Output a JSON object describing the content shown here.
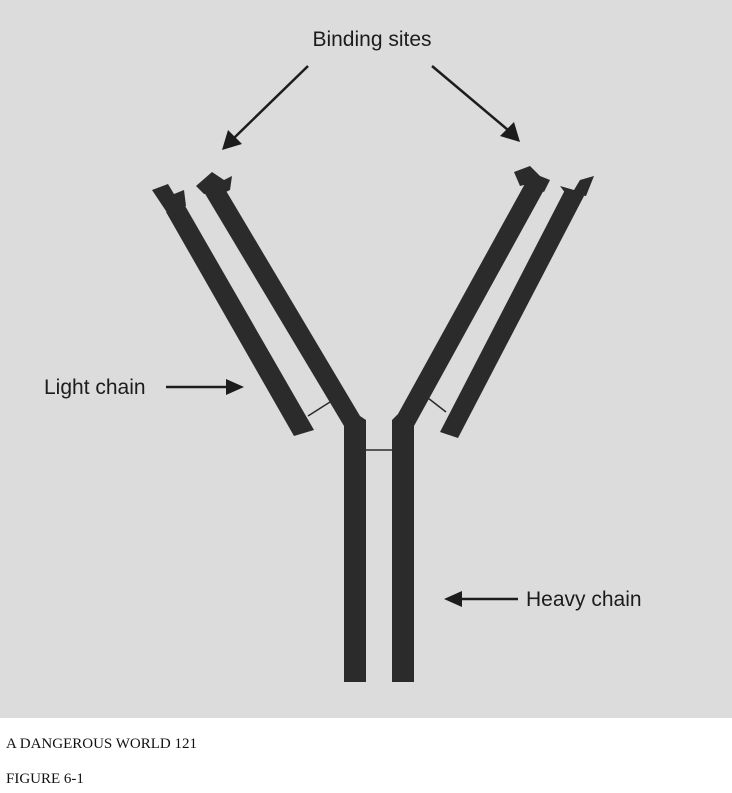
{
  "diagram": {
    "labels": {
      "binding_sites": "Binding sites",
      "light_chain": "Light chain",
      "heavy_chain": "Heavy chain"
    },
    "colors": {
      "background": "#dcdcdc",
      "chain": "#2b2b2b",
      "ink": "#1c1c1c"
    }
  },
  "captions": {
    "source": "A DANGEROUS WORLD 121",
    "figure": "FIGURE 6-1"
  }
}
